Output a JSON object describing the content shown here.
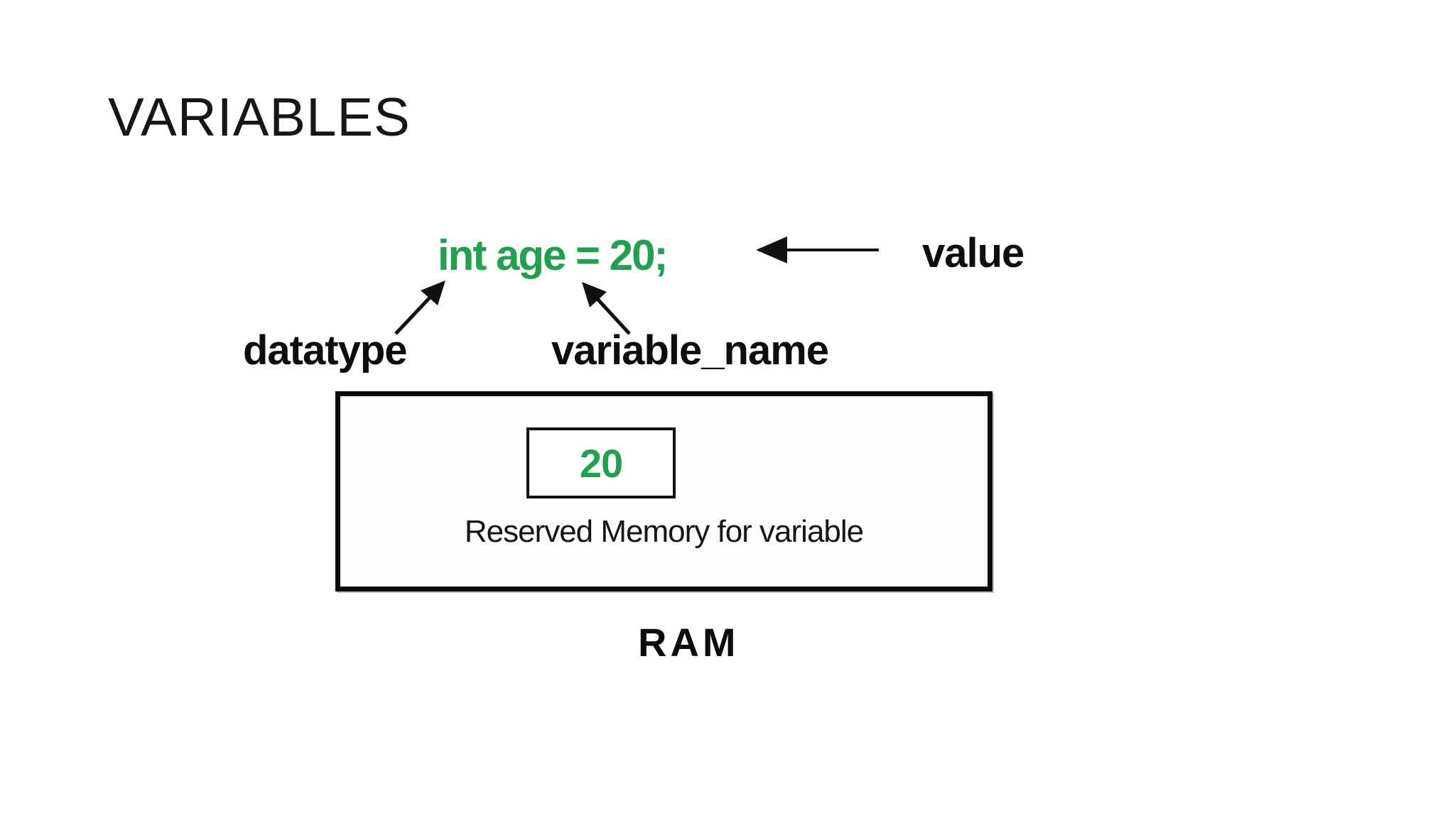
{
  "slide": {
    "title": "VARIABLES"
  },
  "diagram": {
    "code": "int age = 20;",
    "value_label": "value",
    "datatype_label": "datatype",
    "variable_name_label": "variable_name",
    "memory_box": {
      "cell_value": "20",
      "caption": "Reserved Memory for variable"
    },
    "ram_label": "RAM",
    "colors": {
      "code_green": "#22A050",
      "ink": "#111111",
      "background": "#FFFFFF"
    }
  }
}
